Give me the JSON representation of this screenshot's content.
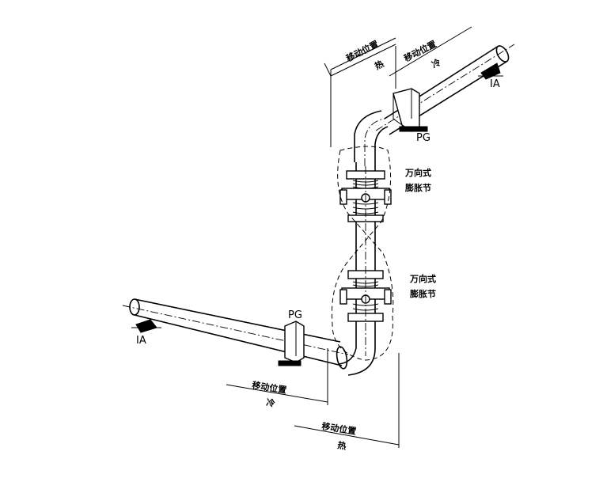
{
  "diagram": {
    "labels": {
      "offset_hot_top": "移动位置",
      "hot_top": "热",
      "offset_cold_top": "移动位置",
      "cold_top": "冷",
      "offset_cold_bottom": "移动位置",
      "cold_bottom": "冷",
      "offset_hot_bottom": "移动位置",
      "hot_bottom": "热",
      "joint_upper_line1": "万向式",
      "joint_upper_line2": "膨胀节",
      "joint_lower_line1": "万向式",
      "joint_lower_line2": "膨胀节",
      "guide_upper": "PG",
      "guide_lower": "PG",
      "anchor_upper": "IA",
      "anchor_lower": "IA"
    }
  }
}
